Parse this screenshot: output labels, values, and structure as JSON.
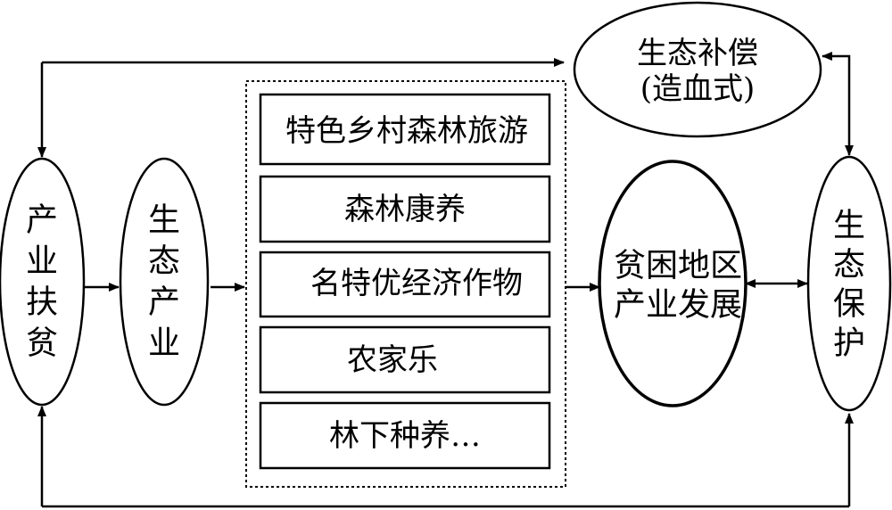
{
  "nodes": {
    "poverty_alleviation": [
      "产",
      "业",
      "扶",
      "贫"
    ],
    "eco_industry": [
      "生",
      "态",
      "产",
      "业"
    ],
    "industries": [
      "特色乡村森林旅游",
      "森林康养",
      "名特优经济作物",
      "农家乐",
      "林下种养…"
    ],
    "poor_area_development": [
      "贫困地区",
      "产业发展"
    ],
    "eco_protection": [
      "生",
      "态",
      "保",
      "护"
    ],
    "eco_compensation": [
      "生态补偿",
      "(造血式)"
    ]
  }
}
